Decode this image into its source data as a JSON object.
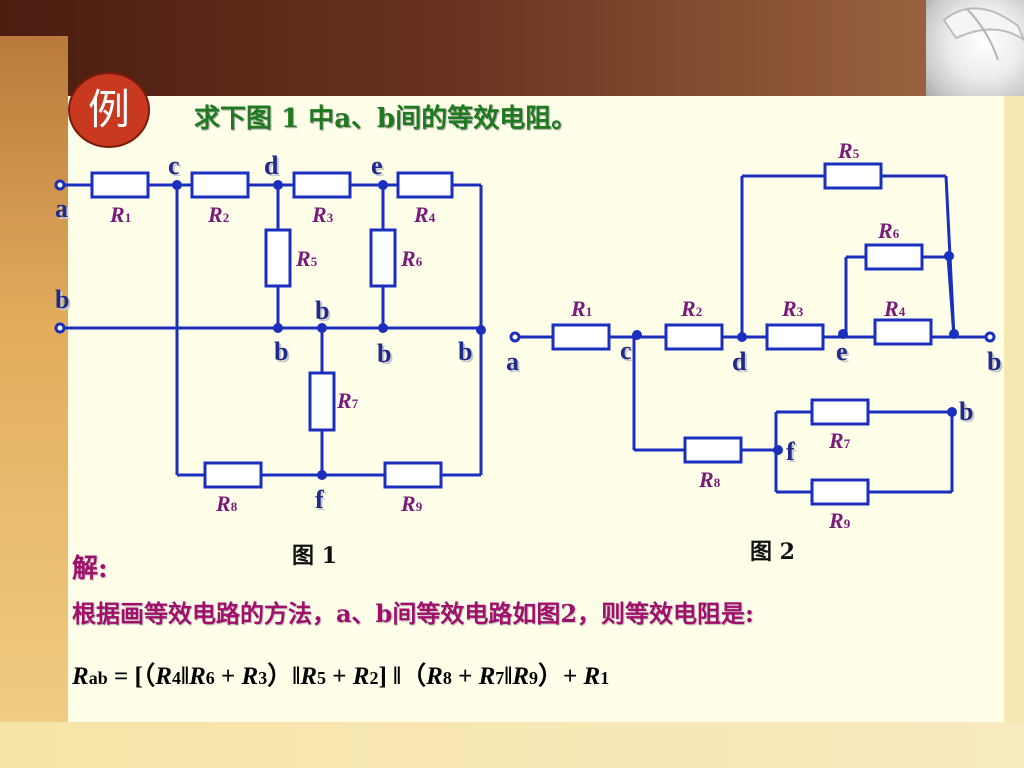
{
  "header": {
    "badge": "例",
    "title": "求下图 1 中a、b间的等效电阻。"
  },
  "figure1": {
    "caption": "图 1",
    "nodes": {
      "a": "a",
      "b_left": "b",
      "c": "c",
      "d": "d",
      "e": "e",
      "b_mid": "b",
      "b_1": "b",
      "b_2": "b",
      "b_3": "b",
      "f": "f"
    },
    "resistors": {
      "R1": "1",
      "R2": "2",
      "R3": "3",
      "R4": "4",
      "R5": "5",
      "R6": "6",
      "R7": "7",
      "R8": "8",
      "R9": "9"
    }
  },
  "figure2": {
    "caption": "图 2",
    "nodes": {
      "a": "a",
      "c": "c",
      "d": "d",
      "e": "e",
      "b_right": "b",
      "b_lower": "b",
      "f": "f"
    },
    "resistors": {
      "R1": "1",
      "R2": "2",
      "R3": "3",
      "R4": "4",
      "R5": "5",
      "R6": "6",
      "R7": "7",
      "R8": "8",
      "R9": "9"
    }
  },
  "solution": {
    "label": "解:",
    "method": "根据画等效电路的方法，a、b间等效电路如图2，则等效电阻是:",
    "formula": {
      "lhs": "R",
      "lhs_sub": "ab",
      "p1": " = [（",
      "r4": "4",
      "p2": "‖",
      "r6": "6",
      "p3": " + ",
      "r3": "3",
      "p4": "）‖",
      "r5": "5",
      "p5": " + ",
      "r2": "2",
      "p6": "] ‖（",
      "r8": "8",
      "p7": " + ",
      "r7": "7",
      "p8": "‖",
      "r9": "9",
      "p9": "）+ ",
      "r1": "1"
    }
  },
  "colors": {
    "wire": "#1b2fbf",
    "node_text": "#1f2a8a",
    "resistor_label": "#7a1a7a",
    "title": "#1f7a1f",
    "badge": "#c8391f",
    "solution": "#a0106a"
  }
}
